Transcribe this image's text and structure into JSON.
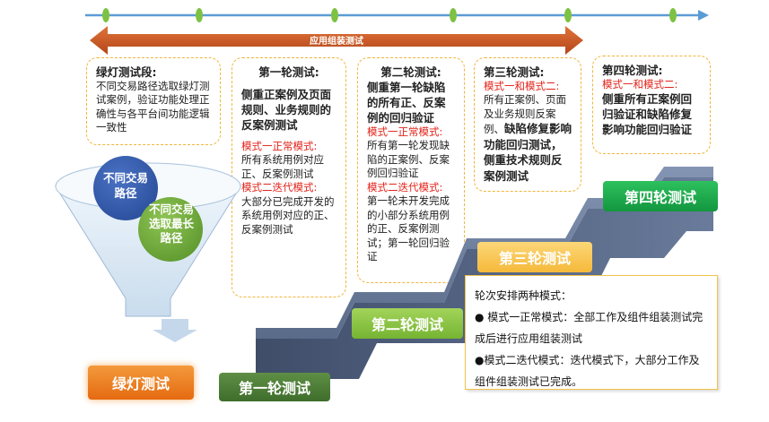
{
  "arrow_label": "应用组装测试",
  "boxes": {
    "green": {
      "title": "绿灯测试段:",
      "body": "不同交易路径选取绿灯测试案例，验证功能处理正确性与各平台间功能逻辑一致性"
    },
    "round1": {
      "title": "第一轮测试:",
      "focus": "侧重正案例及页面规则、业务规则的反案例测试",
      "mode1_title": "模式一正常模式:",
      "mode1_body": "所有系统用例对应正、反案例测试",
      "mode2_title": "模式二迭代模式:",
      "mode2_body": "大部分已完成开发的系统用例对应的正、反案例测试"
    },
    "round2": {
      "title": "第二轮测试:",
      "focus": "侧重第一轮缺陷的所有正、反案例的回归验证",
      "mode1_title": "模式一正常模式:",
      "mode1_body": "所有第一轮发现缺陷的正案例、反案例回归验证",
      "mode2_title": "模式二迭代模式:",
      "mode2_body": "第一轮未开发完成的小部分系统用例的正、反案例测试；第一轮回归验证"
    },
    "round3": {
      "title": "第三轮测试:",
      "mode_title": "模式一和模式二:",
      "plain": "所有正案例、页面及业务规则反案例、",
      "bold": "缺陷修复影响功能回归测试，侧重技术规则反案例测试"
    },
    "round4": {
      "title": "第四轮测试:",
      "mode_title": "模式一和模式二:",
      "bold": "侧重所有正案例回归验证和缺陷修复影响功能回归验证"
    }
  },
  "funnel": {
    "circle1": "不同交易路径",
    "circle2": "不同交易选取最长路径"
  },
  "stairs": {
    "green": "绿灯测试",
    "round1": "第一轮测试",
    "round2": "第二轮测试",
    "round3": "第三轮测试",
    "round4": "第四轮测试"
  },
  "legend": {
    "title": "轮次安排两种模式：",
    "item1": "● 模式一正常模式：全部工作及组件组装测试完成后进行应用组装测试",
    "item2": "●模式二迭代模式：迭代模式下，大部分工作及组件组装测试已完成。"
  },
  "colors": {
    "timeline": "#5b9bd5",
    "milestone": "#7dc242",
    "arrow": "#c8541a",
    "note_border": "#f2b53a",
    "red_text": "#e2231a",
    "stair": "#5a6b8a",
    "green_label": "#f07a1a",
    "round1_label": "#4f7f3a",
    "round2_label": "#8cc63f",
    "round3_label": "#f9c74f",
    "round4_label": "#1aae4e"
  }
}
